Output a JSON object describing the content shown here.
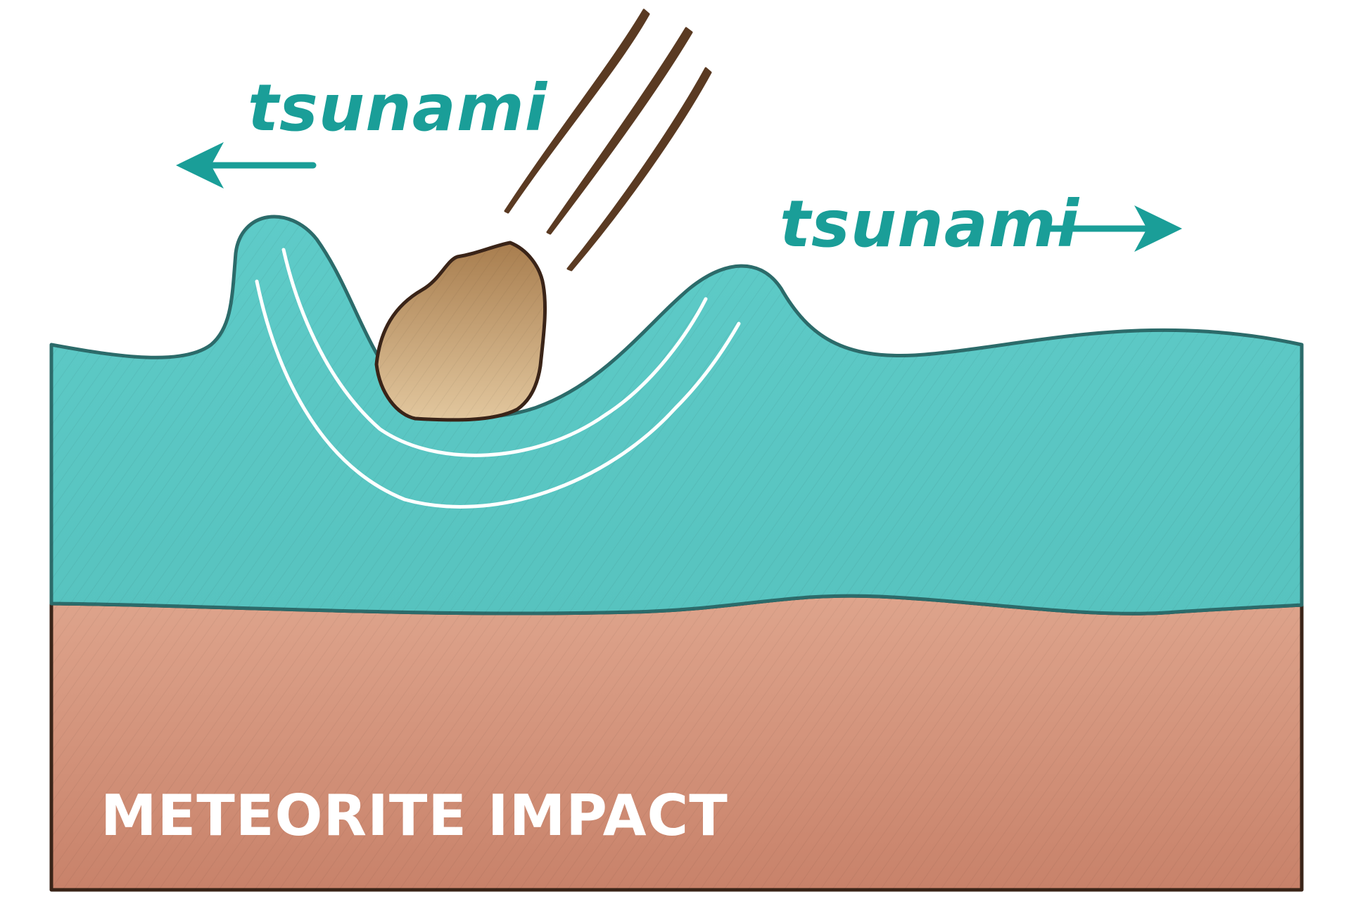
{
  "labels": {
    "tsunami_left": "tsunami",
    "tsunami_right": "tsunami",
    "title": "METEORITE IMPACT"
  },
  "icons": {
    "meteorite": "meteorite-rock-icon",
    "motion_streaks": "motion-streaks-icon",
    "arrow_left": "arrow-left-icon",
    "arrow_right": "arrow-right-icon"
  },
  "colors": {
    "water": "#5ecbc8",
    "water_outline": "#2c6b6a",
    "ground": "#d4937a",
    "ground_outline": "#3a2418",
    "label_teal": "#1a9e98",
    "meteorite": "#c39a68",
    "streaks": "#5a3a22",
    "title_text": "#ffffff"
  }
}
